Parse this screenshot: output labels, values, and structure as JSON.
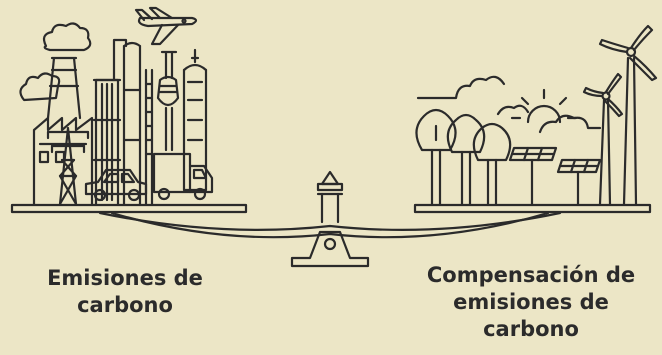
{
  "captions": {
    "left": {
      "line1": "Emisiones de",
      "line2": "carbono"
    },
    "right": {
      "line1": "Compensación de",
      "line2": "emisiones de",
      "line3": "carbono"
    }
  },
  "colors": {
    "background": "#ece6c6",
    "line": "#2b2b2b"
  },
  "icons": {
    "left": [
      "factory-icon",
      "smoke-icon",
      "power-tower-icon",
      "distillation-tower-icon",
      "truck-icon",
      "car-icon",
      "airplane-icon"
    ],
    "right": [
      "tree-icon",
      "sun-icon",
      "cloud-icon",
      "solar-panel-icon",
      "wind-turbine-icon"
    ],
    "center": [
      "balance-scale-icon"
    ]
  }
}
